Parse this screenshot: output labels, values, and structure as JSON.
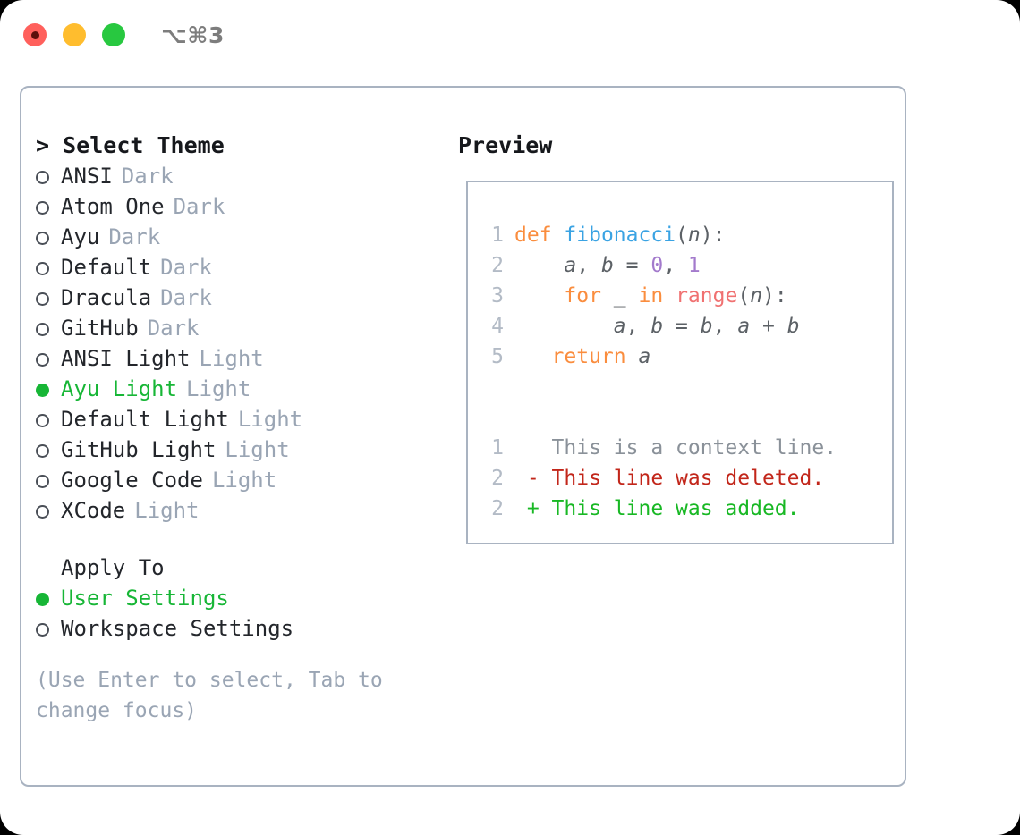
{
  "window": {
    "shortcut_title": "⌥⌘3",
    "traffic_lights": [
      {
        "name": "close-button",
        "color": "#ff605c"
      },
      {
        "name": "minimize-button",
        "color": "#ffbd2e"
      },
      {
        "name": "maximize-button",
        "color": "#28c840"
      }
    ]
  },
  "theme_select": {
    "caret": ">",
    "heading": "Select Theme",
    "items": [
      {
        "label": "ANSI",
        "tag": "Dark",
        "selected": false
      },
      {
        "label": "Atom One",
        "tag": "Dark",
        "selected": false
      },
      {
        "label": "Ayu",
        "tag": "Dark",
        "selected": false
      },
      {
        "label": "Default",
        "tag": "Dark",
        "selected": false
      },
      {
        "label": "Dracula",
        "tag": "Dark",
        "selected": false
      },
      {
        "label": "GitHub",
        "tag": "Dark",
        "selected": false
      },
      {
        "label": "ANSI Light",
        "tag": "Light",
        "selected": false
      },
      {
        "label": "Ayu Light",
        "tag": "Light",
        "selected": true
      },
      {
        "label": "Default Light",
        "tag": "Light",
        "selected": false
      },
      {
        "label": "GitHub Light",
        "tag": "Light",
        "selected": false
      },
      {
        "label": "Google Code",
        "tag": "Light",
        "selected": false
      },
      {
        "label": "XCode",
        "tag": "Light",
        "selected": false
      }
    ]
  },
  "apply_to": {
    "heading": "Apply To",
    "items": [
      {
        "label": "User Settings",
        "selected": true
      },
      {
        "label": "Workspace Settings",
        "selected": false
      }
    ]
  },
  "hint": "(Use Enter to select, Tab to change focus)",
  "preview": {
    "title": "Preview",
    "code_lines": [
      {
        "num": "1",
        "tokens": [
          {
            "t": "def",
            "c": "tok-kw"
          },
          {
            "t": " ",
            "c": "tok-punct"
          },
          {
            "t": "fibonacci",
            "c": "tok-fn"
          },
          {
            "t": "(",
            "c": "tok-punct"
          },
          {
            "t": "n",
            "c": "tok-var"
          },
          {
            "t": "):",
            "c": "tok-punct"
          }
        ]
      },
      {
        "num": "2",
        "tokens": [
          {
            "t": "    ",
            "c": "tok-punct"
          },
          {
            "t": "a",
            "c": "tok-var"
          },
          {
            "t": ", ",
            "c": "tok-punct"
          },
          {
            "t": "b",
            "c": "tok-var"
          },
          {
            "t": " = ",
            "c": "tok-punct"
          },
          {
            "t": "0",
            "c": "tok-num"
          },
          {
            "t": ", ",
            "c": "tok-punct"
          },
          {
            "t": "1",
            "c": "tok-num"
          }
        ]
      },
      {
        "num": "3",
        "tokens": [
          {
            "t": "    ",
            "c": "tok-punct"
          },
          {
            "t": "for",
            "c": "tok-kw"
          },
          {
            "t": " ",
            "c": "tok-punct"
          },
          {
            "t": "_",
            "c": "tok-var"
          },
          {
            "t": " ",
            "c": "tok-punct"
          },
          {
            "t": "in",
            "c": "tok-kw"
          },
          {
            "t": " ",
            "c": "tok-punct"
          },
          {
            "t": "range",
            "c": "tok-built"
          },
          {
            "t": "(",
            "c": "tok-punct"
          },
          {
            "t": "n",
            "c": "tok-var"
          },
          {
            "t": "):",
            "c": "tok-punct"
          }
        ]
      },
      {
        "num": "4",
        "tokens": [
          {
            "t": "        ",
            "c": "tok-punct"
          },
          {
            "t": "a",
            "c": "tok-var"
          },
          {
            "t": ", ",
            "c": "tok-punct"
          },
          {
            "t": "b",
            "c": "tok-var"
          },
          {
            "t": " = ",
            "c": "tok-punct"
          },
          {
            "t": "b",
            "c": "tok-var"
          },
          {
            "t": ", ",
            "c": "tok-punct"
          },
          {
            "t": "a",
            "c": "tok-var"
          },
          {
            "t": " + ",
            "c": "tok-punct"
          },
          {
            "t": "b",
            "c": "tok-var"
          }
        ]
      },
      {
        "num": "5",
        "tokens": [
          {
            "t": "   ",
            "c": "tok-punct"
          },
          {
            "t": "return",
            "c": "tok-kw"
          },
          {
            "t": " ",
            "c": "tok-punct"
          },
          {
            "t": "a",
            "c": "tok-var"
          }
        ]
      }
    ],
    "diff_lines": [
      {
        "num": "1",
        "marker": " ",
        "text": "This is a context line.",
        "kind": "diff-ctx"
      },
      {
        "num": "2",
        "marker": "-",
        "text": "This line was deleted.",
        "kind": "diff-del"
      },
      {
        "num": "2",
        "marker": "+",
        "text": "This line was added.",
        "kind": "diff-add"
      }
    ]
  },
  "colors": {
    "accent_green": "#17b636",
    "muted": "#9aa5b4",
    "border": "#a9b3c1",
    "keyword": "#fa8d3e",
    "function": "#3aa3e3",
    "number": "#a37acc",
    "builtin": "#f07171",
    "diff_added": "#18b824",
    "diff_deleted": "#c2261a"
  }
}
